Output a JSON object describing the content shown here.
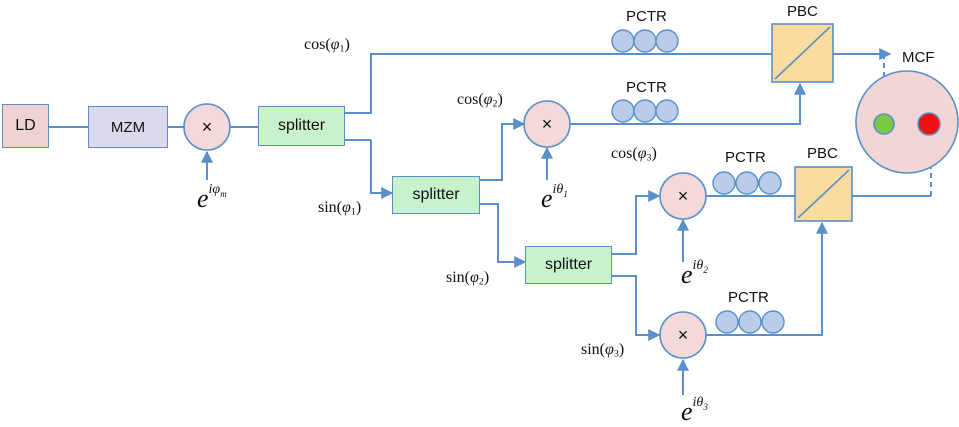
{
  "blocks": {
    "ld": "LD",
    "mzm": "MZM",
    "splitter_1": "splitter",
    "splitter_2": "splitter",
    "splitter_3": "splitter",
    "multiplier_symbol": "×",
    "pctr_1": "PCTR",
    "pctr_2": "PCTR",
    "pctr_3": "PCTR",
    "pctr_4": "PCTR",
    "pbc_1": "PBC",
    "pbc_2": "PBC",
    "mcf": "MCF"
  },
  "signals": {
    "cos_phi1": {
      "fn": "cos(",
      "var": "φ",
      "sub": "1",
      "close": ")"
    },
    "sin_phi1": {
      "fn": "sin(",
      "var": "φ",
      "sub": "1",
      "close": ")"
    },
    "cos_phi2": {
      "fn": "cos(",
      "var": "φ",
      "sub": "2",
      "close": ")"
    },
    "sin_phi2": {
      "fn": "sin(",
      "var": "φ",
      "sub": "2",
      "close": ")"
    },
    "cos_phi3": {
      "fn": "cos(",
      "var": "φ",
      "sub": "3",
      "close": ")"
    },
    "sin_phi3": {
      "fn": "sin(",
      "var": "φ",
      "sub": "3",
      "close": ")"
    }
  },
  "phase_inputs": {
    "phi_m": {
      "base": "e",
      "exp": "iφ",
      "sub": "m"
    },
    "theta1": {
      "base": "e",
      "exp": "iθ",
      "sub": "1"
    },
    "theta2": {
      "base": "e",
      "exp": "iθ",
      "sub": "2"
    },
    "theta3": {
      "base": "e",
      "exp": "iθ",
      "sub": "3"
    }
  },
  "colors": {
    "line": "#5b8fc9",
    "ld_fill": "#efd3d4",
    "mzm_fill": "#dcd8ee",
    "splitter_fill": "#c8f2cc",
    "multiplier_fill": "#f3d9d9",
    "pctr_fill": "#b9cdea",
    "pbc_fill": "#fbdca0",
    "mcf_fill": "#f1d6d6",
    "core_green": "#7ac943",
    "core_red": "#ee1111"
  }
}
